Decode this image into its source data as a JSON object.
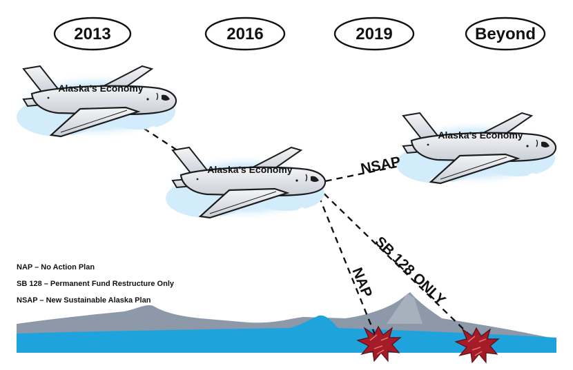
{
  "timeline": {
    "years": [
      "2013",
      "2016",
      "2019",
      "Beyond"
    ]
  },
  "planes": {
    "label": "Alaska’s Economy"
  },
  "paths": {
    "nsap": "NSAP",
    "nap": "NAP",
    "sb128": "SB 128 ONLY"
  },
  "legend": {
    "items": [
      "NAP – No Action Plan",
      "SB 128 – Permanent Fund Restructure Only",
      "NSAP – New Sustainable Alaska Plan"
    ]
  },
  "colors": {
    "cloud": "#cfe9fb",
    "plane_body": "#e6e8ec",
    "mountain": "#8e9aaa",
    "water": "#1ea3db",
    "crash": "#b0202a"
  }
}
